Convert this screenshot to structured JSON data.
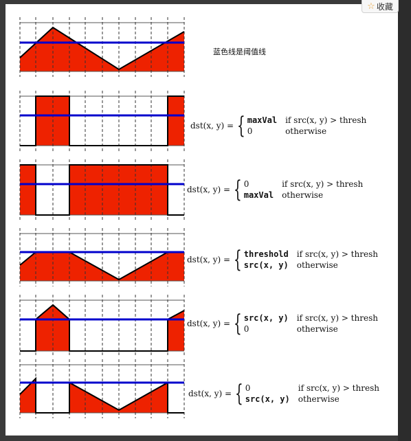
{
  "toolbar": {
    "favorite_icon": "star-icon",
    "favorite_label": "收藏"
  },
  "note": "蓝色线是阈值线",
  "colors": {
    "fill": "#ee2200",
    "threshold": "#0000cc",
    "outline": "#000000",
    "page_bg": "#ffffff",
    "frame_bg": "#3a3a3a"
  },
  "panels": [
    {
      "name": "original",
      "formula": null
    },
    {
      "name": "binary",
      "formula": {
        "lhs": "dst(x, y) =",
        "cases": [
          {
            "value": "maxVal",
            "value_style": "mono",
            "condition": "if src(x, y) > thresh"
          },
          {
            "value": "0",
            "value_style": "plain",
            "condition": "otherwise"
          }
        ]
      }
    },
    {
      "name": "binary-inverted",
      "formula": {
        "lhs": "dst(x, y) =",
        "cases": [
          {
            "value": "0",
            "value_style": "plain",
            "condition": "if src(x, y) > thresh"
          },
          {
            "value": "maxVal",
            "value_style": "mono",
            "condition": "otherwise"
          }
        ]
      }
    },
    {
      "name": "truncate",
      "formula": {
        "lhs": "dst(x, y) =",
        "cases": [
          {
            "value": "threshold",
            "value_style": "mono",
            "condition": "if src(x, y) > thresh"
          },
          {
            "value": "src(x, y)",
            "value_style": "mono",
            "condition": "otherwise"
          }
        ]
      }
    },
    {
      "name": "to-zero",
      "formula": {
        "lhs": "dst(x, y) =",
        "cases": [
          {
            "value": "src(x, y)",
            "value_style": "mono",
            "condition": "if src(x, y) > thresh"
          },
          {
            "value": "0",
            "value_style": "plain",
            "condition": "otherwise"
          }
        ]
      }
    },
    {
      "name": "to-zero-inverted",
      "formula": {
        "lhs": "dst(x, y) =",
        "cases": [
          {
            "value": "0",
            "value_style": "plain",
            "condition": "if src(x, y) > thresh"
          },
          {
            "value": "src(x, y)",
            "value_style": "mono",
            "condition": "otherwise"
          }
        ]
      }
    }
  ]
}
